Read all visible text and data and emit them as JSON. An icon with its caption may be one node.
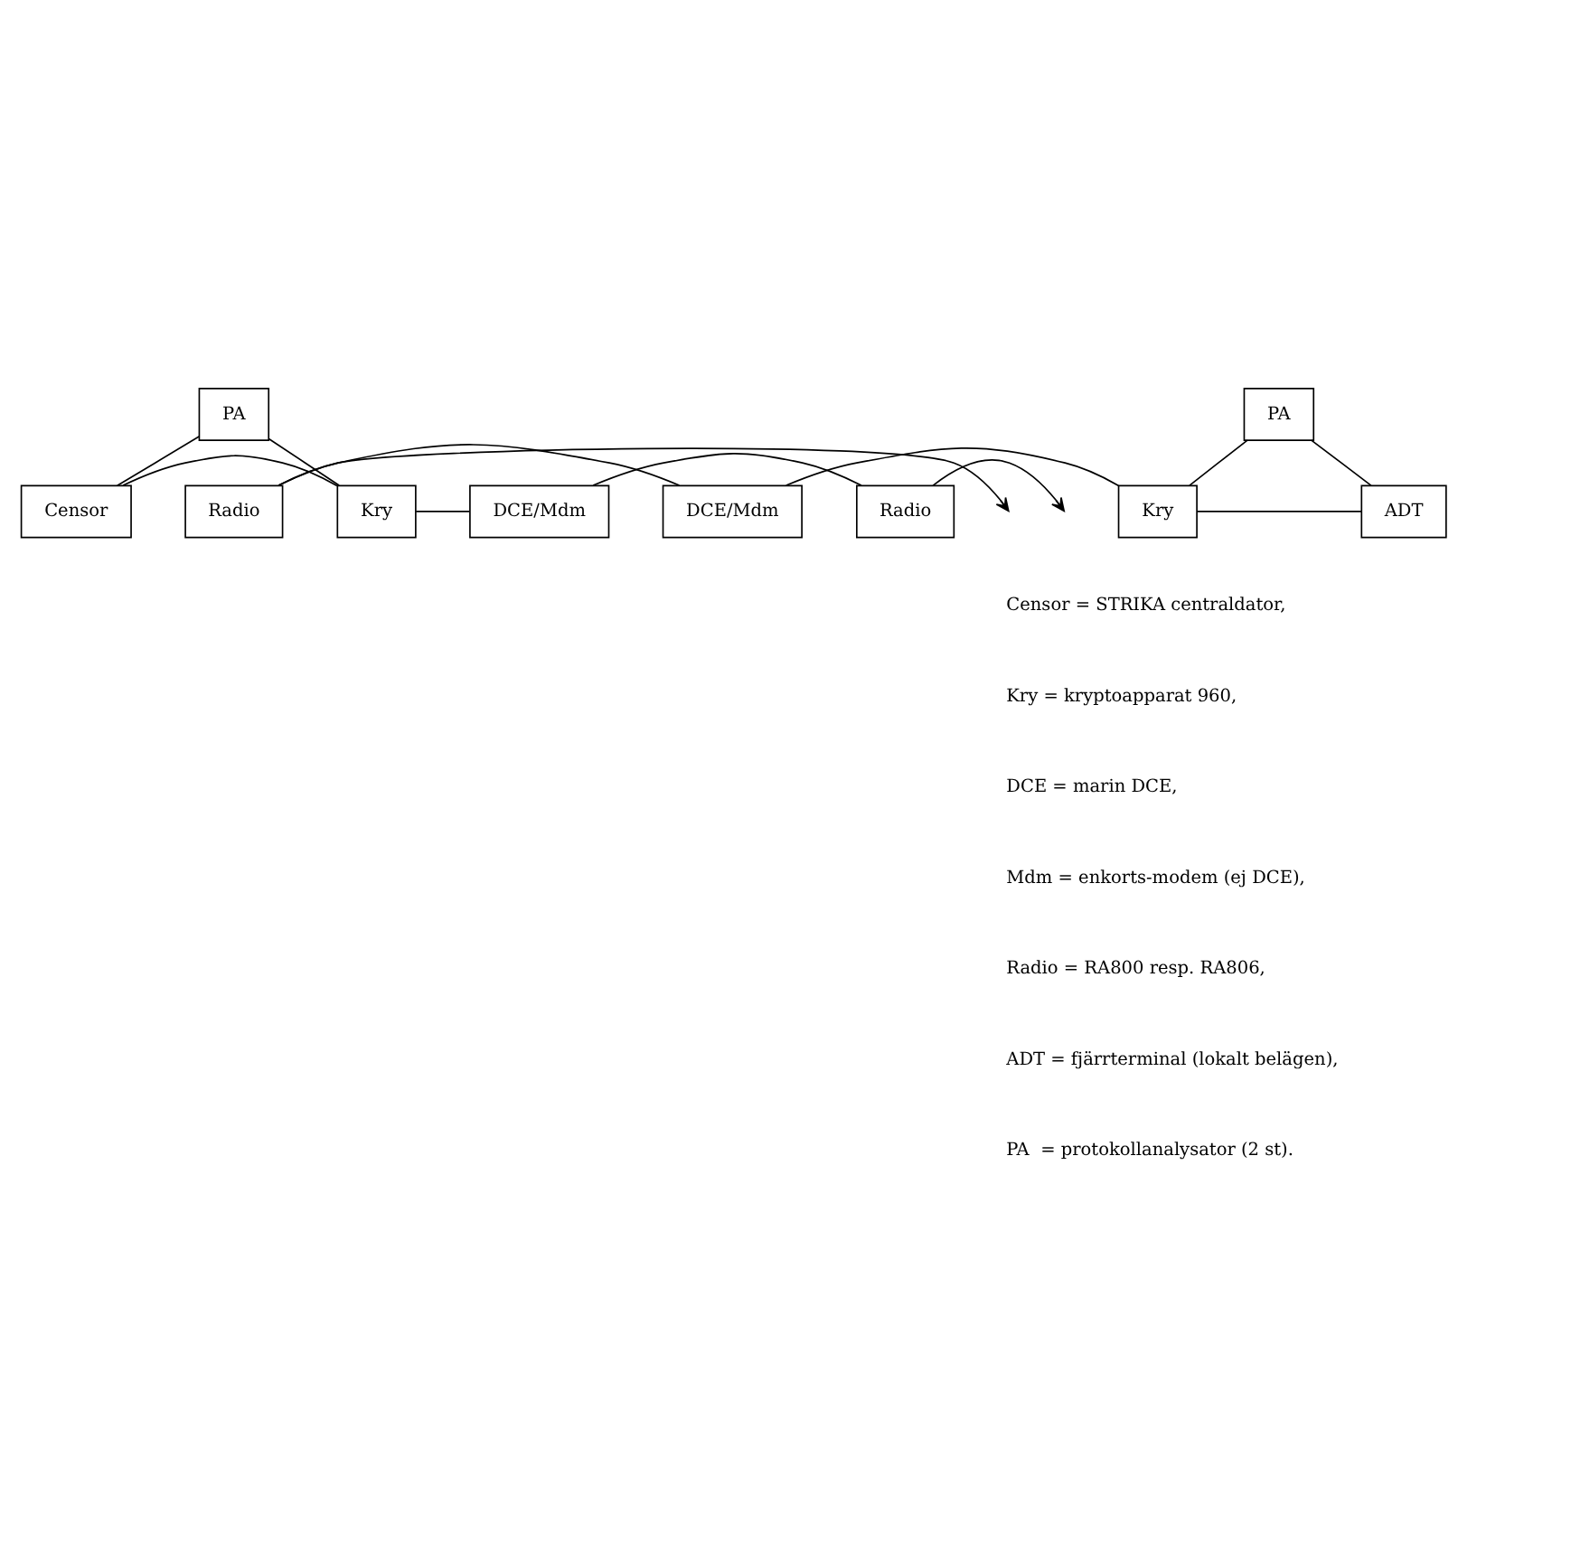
{
  "diagram": {
    "nodes": [
      {
        "text": [
          "Censor"
        ]
      },
      {
        "text": [
          "Kry"
        ]
      },
      {
        "text": [
          "DCE/Mdm"
        ]
      },
      {
        "text": [
          "Radio"
        ]
      },
      {
        "text": [
          "PA"
        ]
      },
      {
        "text": [
          "Radio"
        ]
      },
      {
        "text": [
          "DCE/Mdm"
        ]
      },
      {
        "text": [
          "Kry"
        ]
      },
      {
        "text": [
          "ADT"
        ]
      },
      {
        "text": [
          "PA"
        ]
      }
    ],
    "edges": [
      {
        "from": 0,
        "to": 1,
        "arrow": "none"
      },
      {
        "from": 4,
        "to": 0,
        "arrow": "none"
      },
      {
        "from": 4,
        "to": 1,
        "arrow": "none"
      },
      {
        "from": 1,
        "to": 2,
        "arrow": "none"
      },
      {
        "from": 2,
        "to": 3,
        "arrow": "none"
      },
      {
        "from": 3,
        "to": null,
        "arrow": "to"
      },
      {
        "from": 5,
        "to": null,
        "arrow": "to"
      },
      {
        "from": 5,
        "to": 6,
        "arrow": "none"
      },
      {
        "from": 6,
        "to": 7,
        "arrow": "none"
      },
      {
        "from": 7,
        "to": 8,
        "arrow": "none"
      },
      {
        "from": 9,
        "to": 7,
        "arrow": "none"
      },
      {
        "from": 9,
        "to": 8,
        "arrow": "none"
      }
    ],
    "labels": [
      "Censor = STRIKA centraldator,",
      "Kry = kryptoapparat 960,",
      "DCE = marin DCE,",
      "Mdm = enkorts-modem (ej DCE),",
      "Radio = RA800 resp. RA806,",
      "ADT = fjärrterminal (lokalt belägen),",
      "PA  = protokollanalysator (2 st)."
    ]
  }
}
